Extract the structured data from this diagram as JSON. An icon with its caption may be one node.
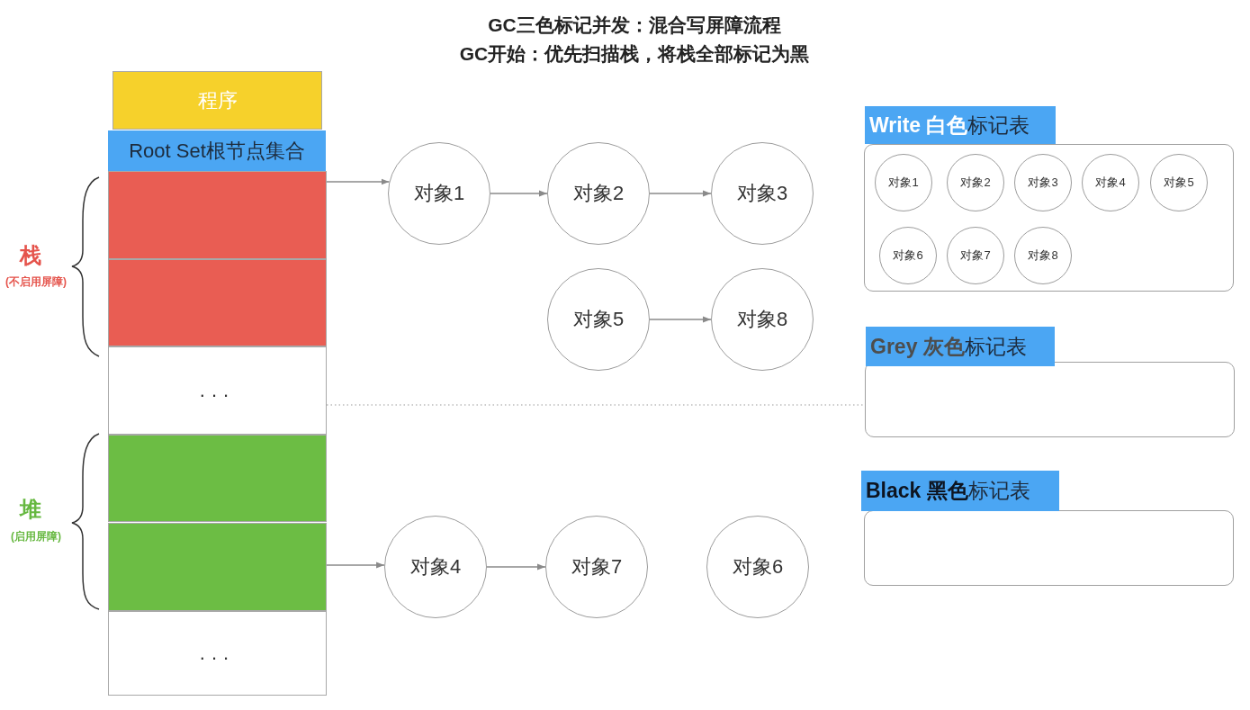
{
  "diagram": {
    "title": "GC三色标记并发：混合写屏障流程",
    "nodes": [
      {
        "text": [
          "程序"
        ]
      },
      {
        "text": [
          "Root Set根节点集合"
        ]
      },
      {
        "text": [],
        "shape": "box"
      },
      {
        "text": [],
        "shape": "box"
      },
      {
        "text": [
          "..."
        ]
      },
      {
        "text": [],
        "shape": "box"
      },
      {
        "text": [],
        "shape": "box"
      },
      {
        "text": [
          "..."
        ]
      },
      {
        "text": [
          "对象1"
        ]
      },
      {
        "text": [
          "对象2"
        ]
      },
      {
        "text": [
          "对象3"
        ]
      },
      {
        "text": [
          "对象5"
        ]
      },
      {
        "text": [
          "对象8"
        ]
      },
      {
        "text": [
          "对象4"
        ]
      },
      {
        "text": [
          "对象7"
        ]
      },
      {
        "text": [
          "对象6"
        ]
      },
      {
        "text": [
          "Write 白色",
          "标记表"
        ]
      },
      {
        "text": [
          "对象1"
        ],
        "in": 16
      },
      {
        "text": [
          "对象2"
        ],
        "in": 16
      },
      {
        "text": [
          "对象3"
        ],
        "in": 16
      },
      {
        "text": [
          "对象4"
        ],
        "in": 16
      },
      {
        "text": [
          "对象5"
        ],
        "in": 16
      },
      {
        "text": [
          "对象6"
        ],
        "in": 16
      },
      {
        "text": [
          "对象7"
        ],
        "in": 16
      },
      {
        "text": [
          "对象8"
        ],
        "in": 16
      },
      {
        "text": [
          "Grey 灰色",
          "标记表"
        ]
      },
      {
        "text": [
          "Black 黑色",
          "标记表"
        ]
      }
    ],
    "edges": [
      {
        "from": 2,
        "to": 8,
        "arrow": "to"
      },
      {
        "from": 8,
        "to": 9,
        "arrow": "to"
      },
      {
        "from": 9,
        "to": 10,
        "arrow": "to"
      },
      {
        "from": 11,
        "to": 12,
        "arrow": "to"
      },
      {
        "from": 6,
        "to": 13,
        "arrow": "to"
      },
      {
        "from": 13,
        "to": 14,
        "arrow": "to"
      },
      {
        "from": 4,
        "to": 25,
        "arrow": "none",
        "style": "dashed"
      }
    ],
    "labels": [
      "GC开始：优先扫描栈，将栈全部标记为黑",
      "栈",
      "(不启用屏障)",
      "堆",
      "(启用屏障)"
    ]
  }
}
